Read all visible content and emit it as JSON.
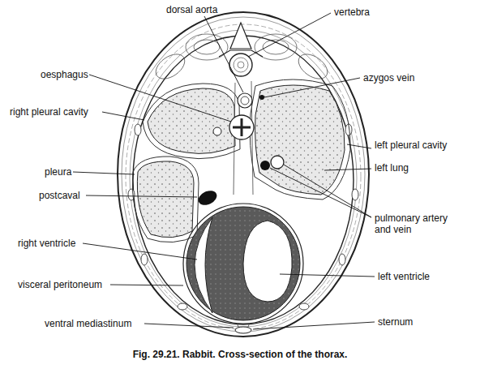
{
  "diagram": {
    "caption": "Fig. 29.21. Rabbit. Cross-section of the thorax.",
    "labels": [
      "dorsal aorta",
      "vertebra",
      "oesphagus",
      "azygos vein",
      "right pleural cavity",
      "left pleural cavity",
      "pleura",
      "left lung",
      "postcaval",
      "pulmonary artery and vein",
      "right ventricle",
      "left ventricle",
      "visceral peritoneum",
      "ventral mediastinum",
      "sternum"
    ]
  }
}
